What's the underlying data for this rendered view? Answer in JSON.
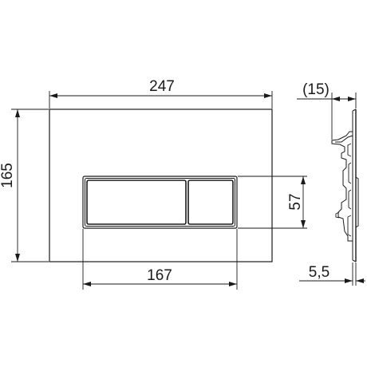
{
  "drawing": {
    "front_view": {
      "width_label": "247",
      "height_label": "165",
      "button_width_label": "167",
      "button_height_label": "57"
    },
    "side_view": {
      "depth_label": "(15)",
      "plate_thickness_label": "5,5"
    }
  }
}
